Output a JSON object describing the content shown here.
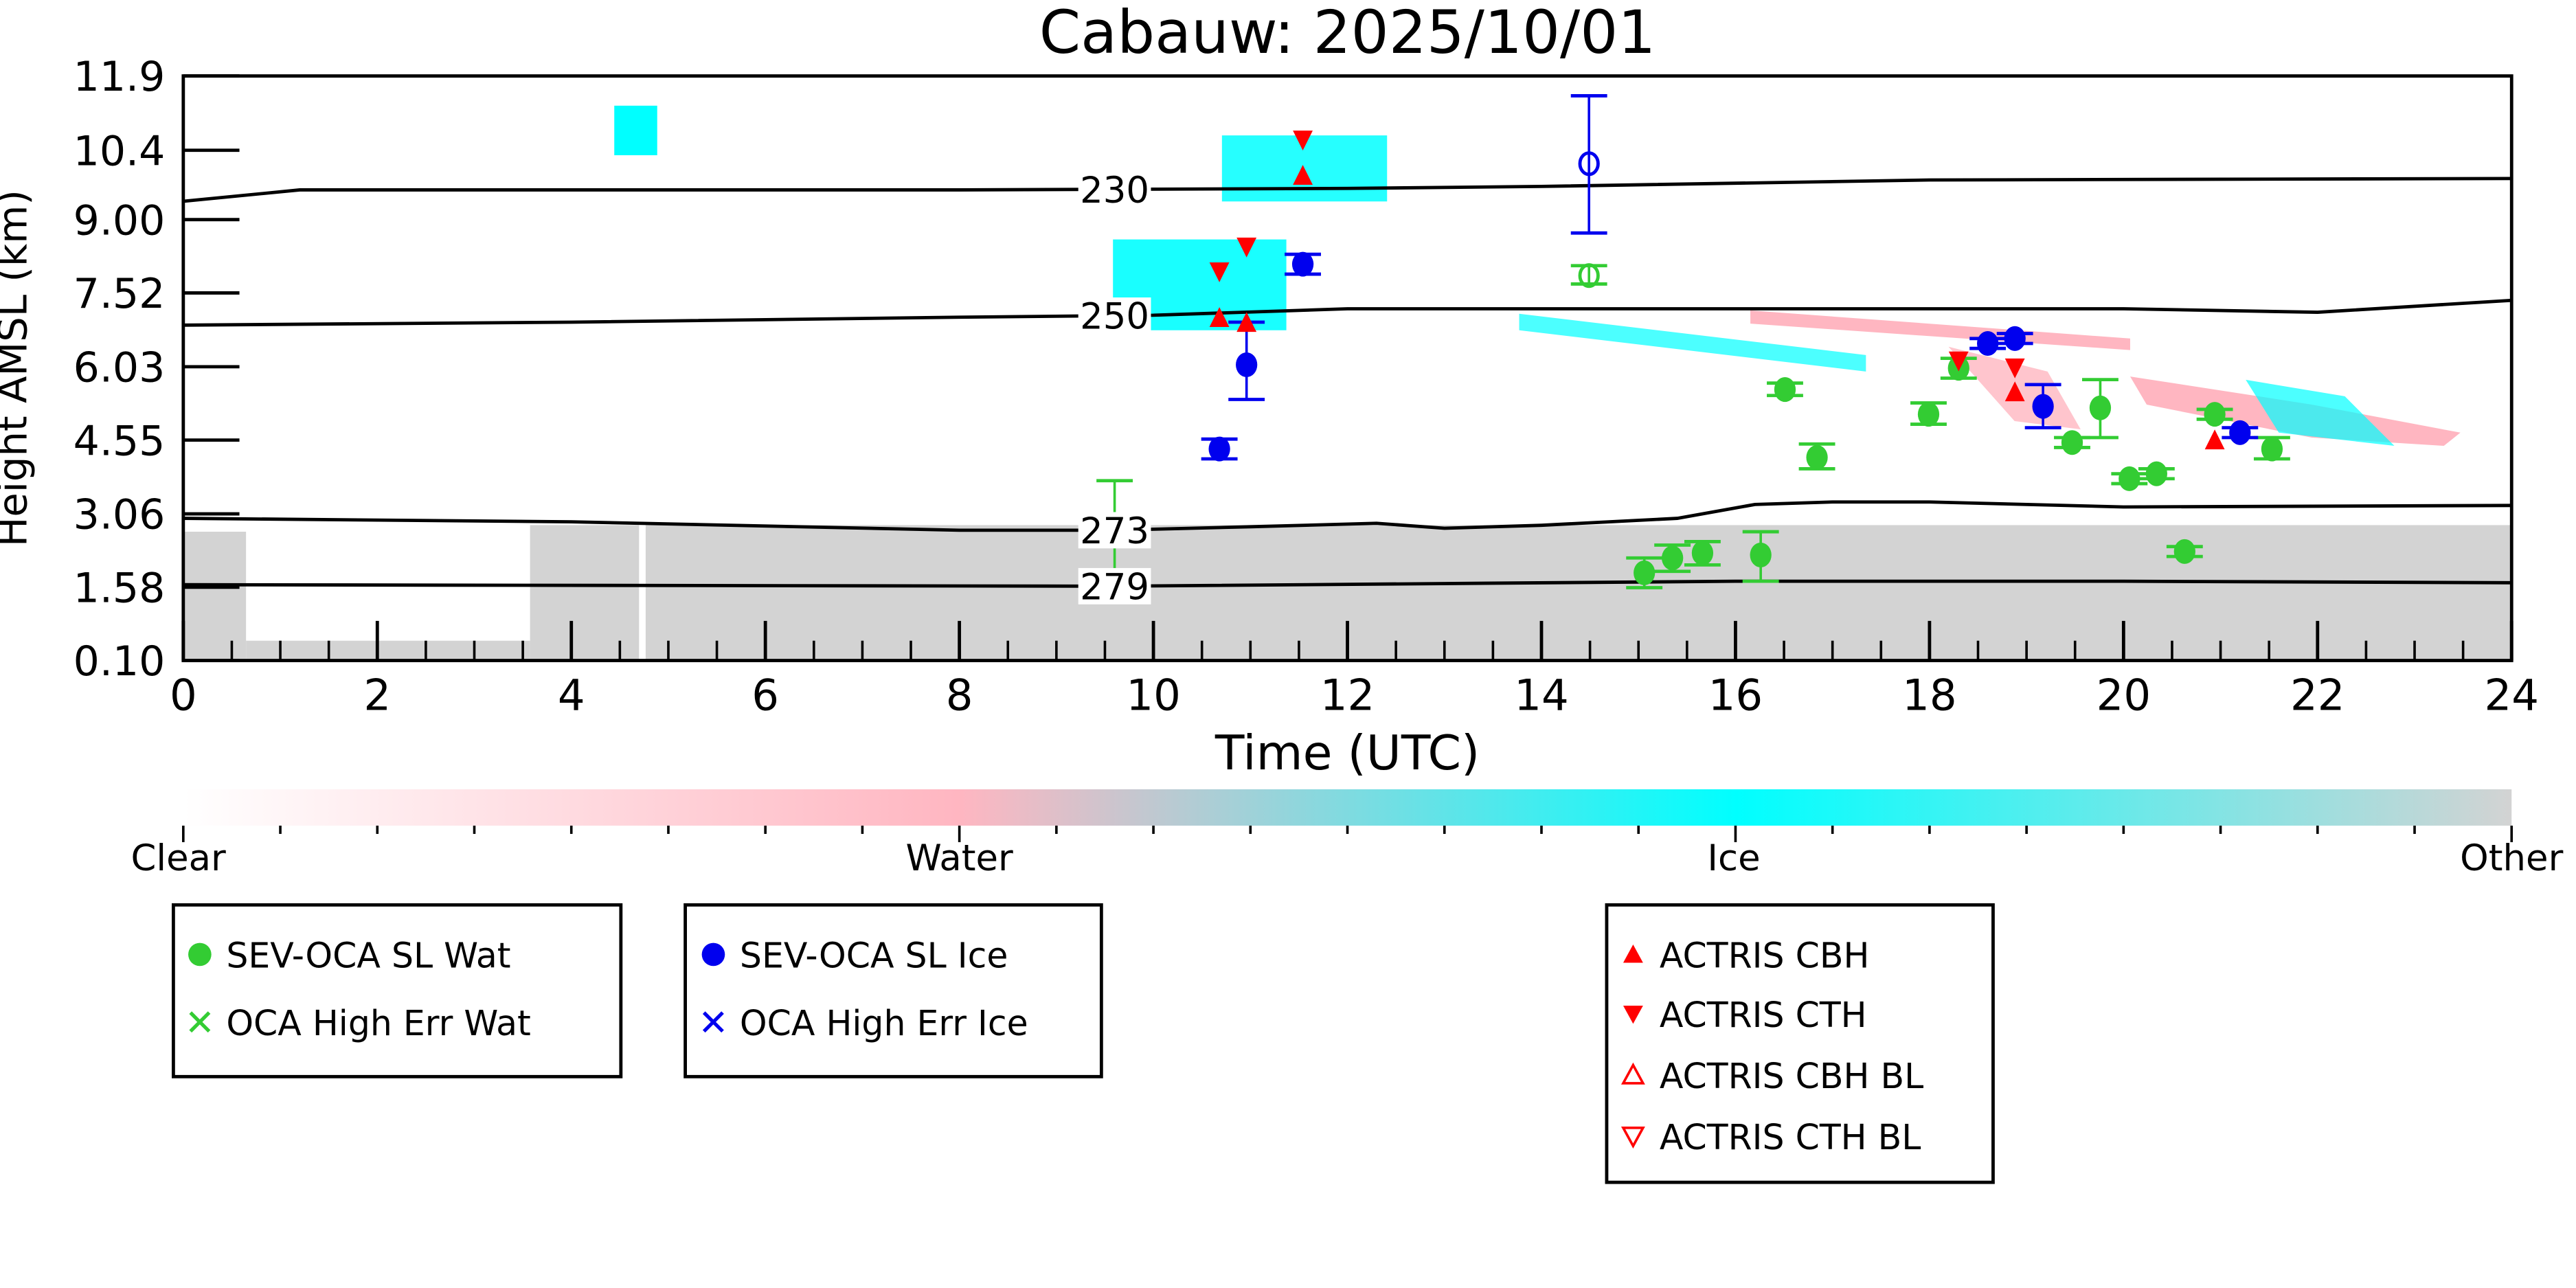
{
  "chart_data": {
    "type": "scatter",
    "title": "Cabauw: 2025/10/01",
    "xlabel": "Time (UTC)",
    "ylabel": "Height AMSL (km)",
    "xlim": [
      0,
      24
    ],
    "ylim": [
      0.1,
      11.9
    ],
    "xticks": [
      0,
      2,
      4,
      6,
      8,
      10,
      12,
      14,
      16,
      18,
      20,
      22,
      24
    ],
    "yticks": [
      "0.10",
      "1.58",
      "3.06",
      "4.55",
      "6.03",
      "7.52",
      "9.00",
      "10.4",
      "11.9"
    ],
    "colorbar": {
      "labels": [
        "Clear",
        "Water",
        "Ice",
        "Other"
      ],
      "colors": [
        "#ffffff",
        "#ffb6c1",
        "#00ffff",
        "#d3d3d3"
      ]
    },
    "contours": [
      {
        "label": "230",
        "label_x": 9.6,
        "points": [
          [
            0,
            9.37
          ],
          [
            1.2,
            9.6
          ],
          [
            8,
            9.6
          ],
          [
            12,
            9.63
          ],
          [
            14,
            9.67
          ],
          [
            18,
            9.8
          ],
          [
            24,
            9.83
          ]
        ]
      },
      {
        "label": "250",
        "label_x": 9.6,
        "points": [
          [
            0,
            6.87
          ],
          [
            4,
            6.93
          ],
          [
            8,
            7.03
          ],
          [
            10,
            7.07
          ],
          [
            12,
            7.2
          ],
          [
            16,
            7.2
          ],
          [
            20,
            7.2
          ],
          [
            22,
            7.13
          ],
          [
            24,
            7.37
          ]
        ]
      },
      {
        "label": "273",
        "label_x": 9.6,
        "points": [
          [
            0,
            2.97
          ],
          [
            4,
            2.9
          ],
          [
            8,
            2.73
          ],
          [
            9.6,
            2.73
          ],
          [
            11,
            2.8
          ],
          [
            12.3,
            2.87
          ],
          [
            13,
            2.77
          ],
          [
            14,
            2.83
          ],
          [
            15.4,
            2.97
          ],
          [
            16.2,
            3.25
          ],
          [
            17,
            3.3
          ],
          [
            18,
            3.3
          ],
          [
            20,
            3.2
          ],
          [
            24,
            3.23
          ]
        ]
      },
      {
        "label": "279",
        "label_x": 9.6,
        "points": [
          [
            0,
            1.63
          ],
          [
            9.6,
            1.6
          ],
          [
            16,
            1.7
          ],
          [
            20,
            1.7
          ],
          [
            24,
            1.67
          ]
        ]
      }
    ],
    "series": [
      {
        "name": "SEV-OCA SL Wat",
        "color": "#33cc33",
        "marker": "circle",
        "points": [
          {
            "t": 9.6,
            "h": 2.73,
            "err": [
              1.7,
              3.73
            ]
          },
          {
            "t": 15.06,
            "h": 1.87,
            "err": [
              1.57,
              2.17
            ]
          },
          {
            "t": 15.35,
            "h": 2.17,
            "err": [
              1.9,
              2.43
            ]
          },
          {
            "t": 15.66,
            "h": 2.27,
            "err": [
              2.03,
              2.5
            ]
          },
          {
            "t": 16.26,
            "h": 2.23,
            "err": [
              1.7,
              2.7
            ]
          },
          {
            "t": 16.51,
            "h": 5.57,
            "err": [
              5.45,
              5.7
            ]
          },
          {
            "t": 16.84,
            "h": 4.2,
            "err": [
              3.97,
              4.47
            ]
          },
          {
            "t": 17.99,
            "h": 5.07,
            "err": [
              4.87,
              5.3
            ]
          },
          {
            "t": 18.3,
            "h": 6.0,
            "err": [
              5.8,
              6.2
            ]
          },
          {
            "t": 19.47,
            "h": 4.5,
            "err": [
              4.4,
              4.6
            ]
          },
          {
            "t": 19.76,
            "h": 5.2,
            "err": [
              4.6,
              5.77
            ]
          },
          {
            "t": 20.06,
            "h": 3.77,
            "err": [
              3.67,
              3.87
            ]
          },
          {
            "t": 20.34,
            "h": 3.87,
            "err": [
              3.77,
              3.97
            ]
          },
          {
            "t": 20.63,
            "h": 2.3,
            "err": [
              2.2,
              2.4
            ]
          },
          {
            "t": 20.94,
            "h": 5.07,
            "err": [
              4.97,
              5.17
            ]
          },
          {
            "t": 21.53,
            "h": 4.37,
            "err": [
              4.17,
              4.6
            ]
          }
        ]
      },
      {
        "name": "OCA High Err Wat",
        "color": "#33cc33",
        "marker": "open-circle",
        "points": [
          {
            "t": 14.49,
            "h": 7.87,
            "err": [
              7.7,
              8.07
            ]
          }
        ]
      },
      {
        "name": "SEV-OCA SL Ice",
        "color": "#0000ee",
        "marker": "circle",
        "points": [
          {
            "t": 10.68,
            "h": 4.37,
            "err": [
              4.17,
              4.57
            ]
          },
          {
            "t": 10.96,
            "h": 6.07,
            "err": [
              5.37,
              6.93
            ]
          },
          {
            "t": 11.54,
            "h": 8.1,
            "err": [
              7.9,
              8.3
            ]
          },
          {
            "t": 18.6,
            "h": 6.5,
            "err": [
              6.4,
              6.6
            ]
          },
          {
            "t": 18.88,
            "h": 6.6,
            "err": [
              6.5,
              6.7
            ]
          },
          {
            "t": 19.17,
            "h": 5.23,
            "err": [
              4.8,
              5.67
            ]
          },
          {
            "t": 21.2,
            "h": 4.7,
            "err": [
              4.6,
              4.8
            ]
          }
        ]
      },
      {
        "name": "OCA High Err Ice",
        "color": "#0000ee",
        "marker": "open-circle",
        "points": [
          {
            "t": 14.49,
            "h": 10.13,
            "err": [
              8.73,
              11.5
            ]
          }
        ]
      },
      {
        "name": "ACTRIS CBH",
        "color": "#ff0000",
        "marker": "triangle-up",
        "points": [
          {
            "t": 10.68,
            "h": 7.0
          },
          {
            "t": 10.96,
            "h": 6.9
          },
          {
            "t": 11.54,
            "h": 9.87
          },
          {
            "t": 18.88,
            "h": 5.5
          },
          {
            "t": 20.94,
            "h": 4.53
          }
        ]
      },
      {
        "name": "ACTRIS CTH",
        "color": "#ff0000",
        "marker": "triangle-down",
        "points": [
          {
            "t": 10.68,
            "h": 7.97
          },
          {
            "t": 10.96,
            "h": 8.47
          },
          {
            "t": 11.54,
            "h": 10.63
          },
          {
            "t": 18.3,
            "h": 6.17
          },
          {
            "t": 18.88,
            "h": 6.03
          }
        ]
      }
    ],
    "legends": [
      [
        "SEV-OCA SL Wat",
        "OCA High Err Wat"
      ],
      [
        "SEV-OCA SL Ice",
        "OCA High Err Ice"
      ],
      [
        "ACTRIS CBH",
        "ACTRIS CTH",
        "ACTRIS CBH BL",
        "ACTRIS CTH BL"
      ]
    ]
  }
}
